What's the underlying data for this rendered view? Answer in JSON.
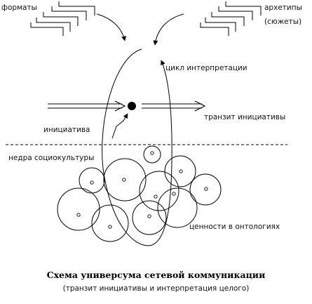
{
  "labels": {
    "formats": "форматы",
    "archetypes": "архетипы",
    "plots": "(сюжеты)",
    "interpretation_cycle": "цикл интерпретации",
    "initiative_transit": "транзит инициативы",
    "initiative": "инициатива",
    "sociocultural_depths": "недра социокультуры",
    "values_in_ontologies": "ценности в онтологиях"
  },
  "caption": {
    "title": "Схема универсума сетевой коммуникации",
    "subtitle": "(транзит инициативы и интерпретация целого)"
  },
  "colors": {
    "stroke": "#000000",
    "text": "#111111",
    "background": "#ffffff"
  }
}
